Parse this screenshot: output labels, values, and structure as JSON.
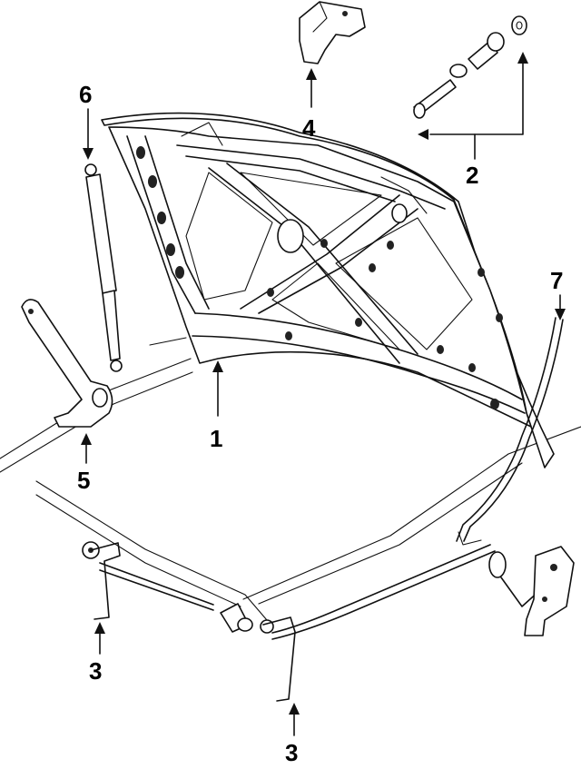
{
  "callouts": [
    {
      "id": "hood",
      "label": "1"
    },
    {
      "id": "hinge-hardware",
      "label": "2"
    },
    {
      "id": "release-rod-left",
      "label": "3"
    },
    {
      "id": "release-rod-right",
      "label": "3"
    },
    {
      "id": "latch-striker",
      "label": "4"
    },
    {
      "id": "hood-hinge",
      "label": "5"
    },
    {
      "id": "lift-support",
      "label": "6"
    },
    {
      "id": "seal-strip",
      "label": "7"
    }
  ]
}
